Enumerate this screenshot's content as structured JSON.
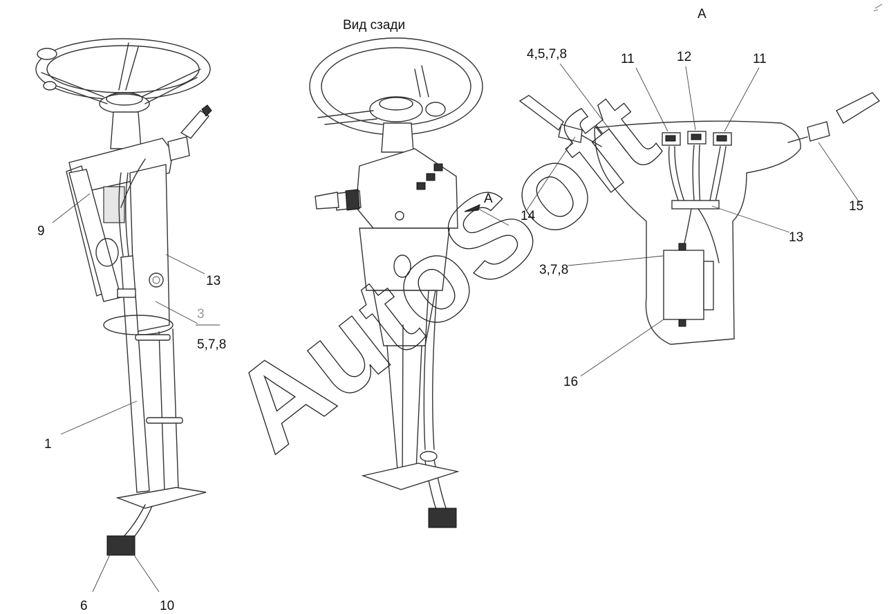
{
  "views": {
    "rear_title": "Вид сзади",
    "detail_title": "А",
    "arrow_label": "А"
  },
  "callouts": {
    "c9": "9",
    "c13_left": "13",
    "c3_left": "3",
    "c578_left": "5,7,8",
    "c1": "1",
    "c6": "6",
    "c10": "10",
    "c4578": "4,5,7,8",
    "c11_a": "11",
    "c12": "12",
    "c11_b": "11",
    "c14": "14",
    "c15": "15",
    "c13_right": "13",
    "c378": "3,7,8",
    "c16": "16"
  },
  "watermark": "AutoSoft"
}
